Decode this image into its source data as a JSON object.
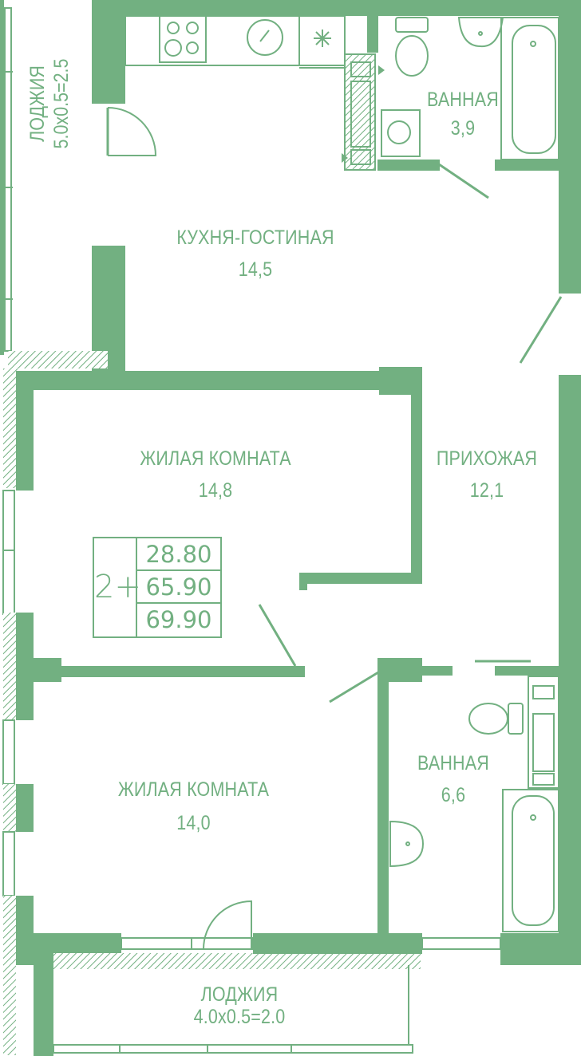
{
  "colors": {
    "wall": "#72b081",
    "text": "#72b081",
    "hatch": "#72b081",
    "background": "#ffffff"
  },
  "rooms": {
    "loggia_top": {
      "name": "ЛОДЖИЯ",
      "area": "5.0x0.5=2.5"
    },
    "kitchen": {
      "name": "КУХНЯ-ГОСТИНАЯ",
      "area": "14,5"
    },
    "bath_top": {
      "name": "ВАННАЯ",
      "area": "3,9"
    },
    "living1": {
      "name": "ЖИЛАЯ КОМНАТА",
      "area": "14,8"
    },
    "hall": {
      "name": "ПРИХОЖАЯ",
      "area": "12,1"
    },
    "living2": {
      "name": "ЖИЛАЯ КОМНАТА",
      "area": "14,0"
    },
    "bath_bottom": {
      "name": "ВАННАЯ",
      "area": "6,6"
    },
    "loggia_bottom": {
      "name": "ЛОДЖИЯ",
      "area": "4.0x0.5=2.0"
    }
  },
  "stats": {
    "type": "2+",
    "living_area": "28.80",
    "total_area": "65.90",
    "total_with_loggia": "69.90"
  },
  "icons": [
    "stove-icon",
    "washer-icon",
    "fridge-icon",
    "toilet-icon",
    "sink-icon",
    "bathtub-icon",
    "ventilation-shaft-icon"
  ]
}
